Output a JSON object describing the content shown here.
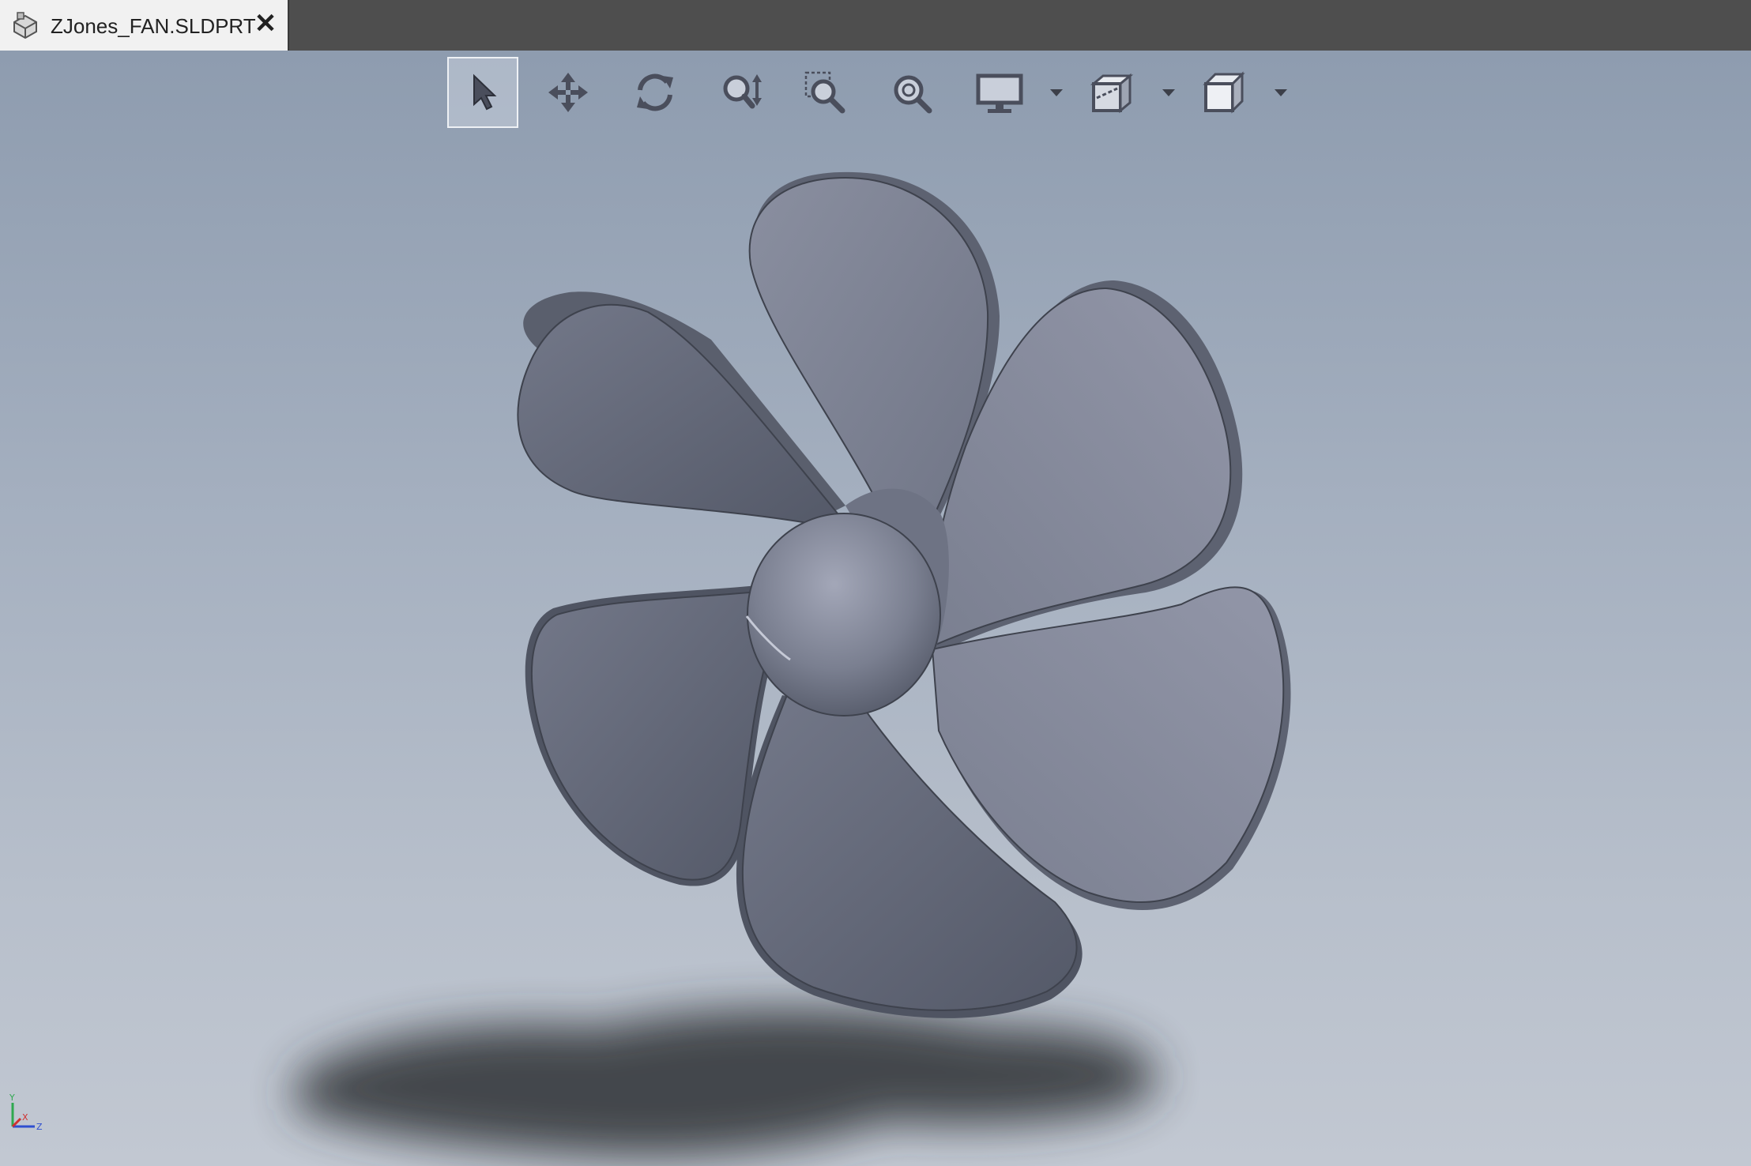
{
  "window": {
    "tab_title": "ZJones_FAN.SLDPRT",
    "tab_close": "✕",
    "tab_icon": "part-icon"
  },
  "toolbar": {
    "tools": [
      {
        "name": "select-tool",
        "icon": "arrow-pointer-icon",
        "active": true
      },
      {
        "name": "pan-tool",
        "icon": "move-arrows-icon"
      },
      {
        "name": "rotate-tool",
        "icon": "rotate-icon"
      },
      {
        "name": "zoom-in-out-tool",
        "icon": "zoom-in-out-icon"
      },
      {
        "name": "zoom-to-area-tool",
        "icon": "zoom-area-icon"
      },
      {
        "name": "zoom-to-fit-tool",
        "icon": "zoom-fit-icon"
      },
      {
        "name": "display-style-tool",
        "icon": "monitor-icon",
        "dropdown": true
      },
      {
        "name": "section-view-tool",
        "icon": "section-cube-icon",
        "dropdown": true
      },
      {
        "name": "view-orientation-tool",
        "icon": "cube-icon",
        "dropdown": true
      }
    ]
  },
  "triad": {
    "x_label": "X",
    "y_label": "Y",
    "z_label": "Z"
  },
  "colors": {
    "viewport_top": "#8e9caf",
    "viewport_bottom": "#c2c8d2",
    "part_face": "#7c8294",
    "part_dark": "#555a68",
    "titlebar": "#4e4e4e"
  }
}
